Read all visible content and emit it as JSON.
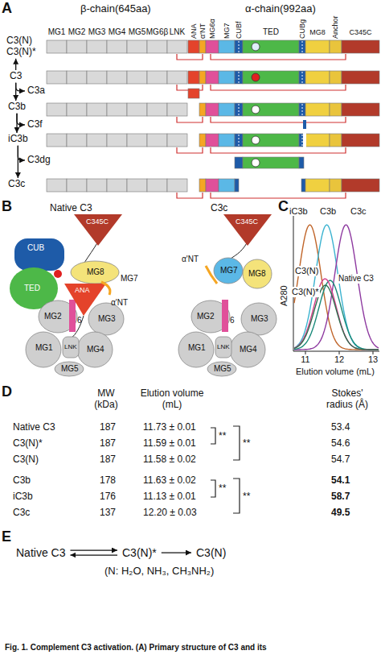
{
  "diagram": {
    "caption": "Fig. 1. Complement C3 activation. (A) Primary structure of C3 and its",
    "nodes": [
      {
        "text": [
          "C3(N)"
        ]
      },
      {
        "text": [
          "C3(N)*"
        ]
      },
      {
        "text": [
          "C3"
        ]
      },
      {
        "text": [
          "C3a"
        ]
      },
      {
        "text": [
          "C3b"
        ]
      },
      {
        "text": [
          "C3f"
        ]
      },
      {
        "text": [
          "iC3b"
        ]
      },
      {
        "text": [
          "C3dg"
        ]
      },
      {
        "text": [
          "C3c"
        ]
      },
      {
        "text": [
          "Native C3"
        ]
      },
      {
        "text": [
          "C3(N)*"
        ]
      },
      {
        "text": [
          "C3(N)"
        ]
      }
    ],
    "edges": [
      {
        "from": 2,
        "to": 1,
        "arrow": "to"
      },
      {
        "from": 2,
        "to": 3,
        "arrow": "to"
      },
      {
        "from": 2,
        "to": 4,
        "arrow": "to"
      },
      {
        "from": 4,
        "to": 5,
        "arrow": "to"
      },
      {
        "from": 4,
        "to": 6,
        "arrow": "to"
      },
      {
        "from": 6,
        "to": 7,
        "arrow": "to"
      },
      {
        "from": 6,
        "to": 8,
        "arrow": "to"
      },
      {
        "from": 9,
        "to": 10,
        "arrow": "to"
      },
      {
        "from": 10,
        "to": 9,
        "arrow": "to"
      },
      {
        "from": 10,
        "to": 11,
        "arrow": "to"
      }
    ],
    "labels": [
      "A",
      "β-chain(645aa)",
      "α-chain(992aa)",
      "MG1",
      "MG2",
      "MG3",
      "MG4",
      "MG5",
      "MG6β",
      "LNK",
      "ANA",
      "α'NT",
      "MG6α",
      "MG7",
      "CUBf",
      "TED",
      "CUBg",
      "MG8",
      "Anchor",
      "C345C",
      "B",
      "Native C3",
      "C3c",
      "C345C",
      "CUB",
      "TED",
      "MG8",
      "MG7",
      "ANA",
      "α'NT",
      "MG2",
      "6",
      "MG3",
      "MG1",
      "LNK",
      "MG4",
      "MG5",
      "C345C",
      "α'NT",
      "MG7",
      "MG8",
      "MG2",
      "6",
      "MG3",
      "MG1",
      "LNK",
      "MG4",
      "MG5",
      "C",
      "iC3b",
      "C3b",
      "C3c",
      "C3(N)",
      "Native C3",
      "C3(N)*",
      "A280",
      "11",
      "12",
      "13",
      "Elution volume (mL)",
      "D",
      "MW (kDa)",
      "Elution volume (mL)",
      "Stokes' radius (Å)",
      "Native C3",
      "187",
      "11.73 ± 0.01",
      "53.4",
      "C3(N)*",
      "187",
      "11.59 ± 0.01",
      "54.6",
      "C3(N)",
      "187",
      "11.58 ± 0.02",
      "54.7",
      "C3b",
      "178",
      "11.63 ± 0.02",
      "54.1",
      "iC3b",
      "176",
      "11.13 ± 0.01",
      "58.7",
      "C3c",
      "137",
      "12.20 ± 0.03",
      "49.5",
      "**",
      "**",
      "**",
      "**",
      "E",
      "(N: H₂O, NH₃, CH₃NH₂)"
    ]
  }
}
